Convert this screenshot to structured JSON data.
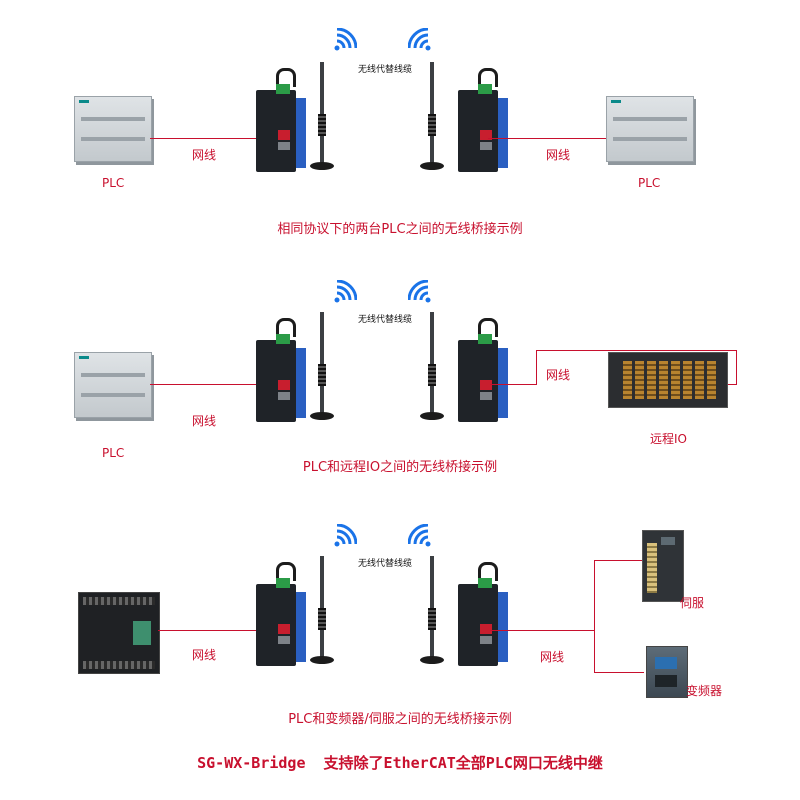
{
  "row1": {
    "left_device": "PLC",
    "right_device": "PLC",
    "left_wire": "网线",
    "right_wire": "网线",
    "wireless": "无线代替线缆",
    "caption": "相同协议下的两台PLC之间的无线桥接示例"
  },
  "row2": {
    "left_device": "PLC",
    "right_device": "远程IO",
    "left_wire": "网线",
    "right_wire": "网线",
    "wireless": "无线代替线缆",
    "caption": "PLC和远程IO之间的无线桥接示例"
  },
  "row3": {
    "servo": "伺服",
    "vfd": "变频器",
    "left_wire": "网线",
    "right_wire": "网线",
    "wireless": "无线代替线缆",
    "caption": "PLC和变频器/伺服之间的无线桥接示例"
  },
  "footer": "SG-WX-Bridge  支持除了EtherCAT全部PLC网口无线中继",
  "colors": {
    "accent": "#c8102e",
    "wifi": "#1a73e8",
    "device_side": "#2a5fc1"
  },
  "icons": [
    "wifi-icon",
    "antenna-icon",
    "plc-icon",
    "bridge-device-icon",
    "remote-io-icon",
    "servo-icon",
    "vfd-icon"
  ]
}
